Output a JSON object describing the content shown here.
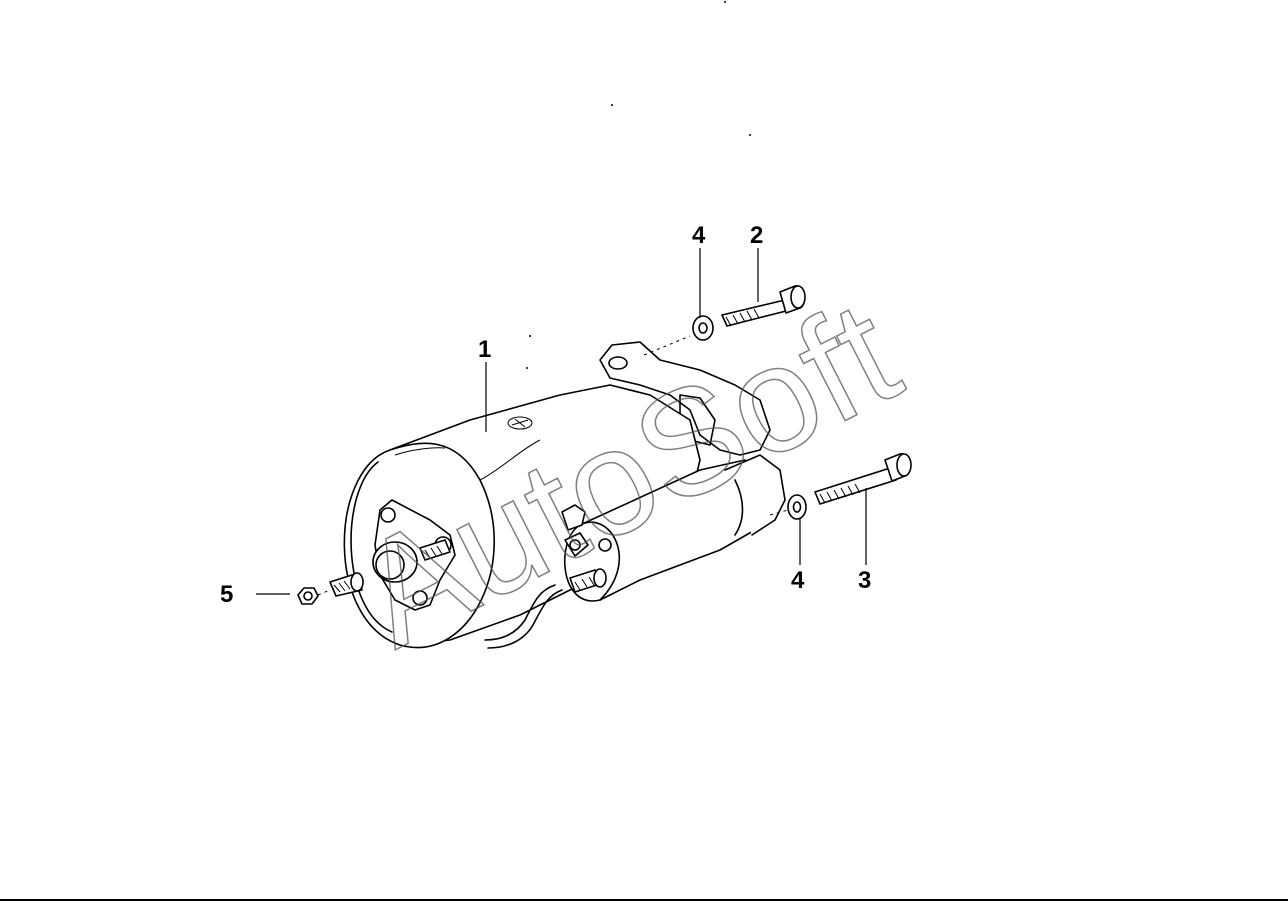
{
  "watermark": "AutoSoft",
  "callouts": {
    "p1": "1",
    "p2": "2",
    "p3": "3",
    "p4_top": "4",
    "p4_bottom": "4",
    "p5": "5"
  }
}
